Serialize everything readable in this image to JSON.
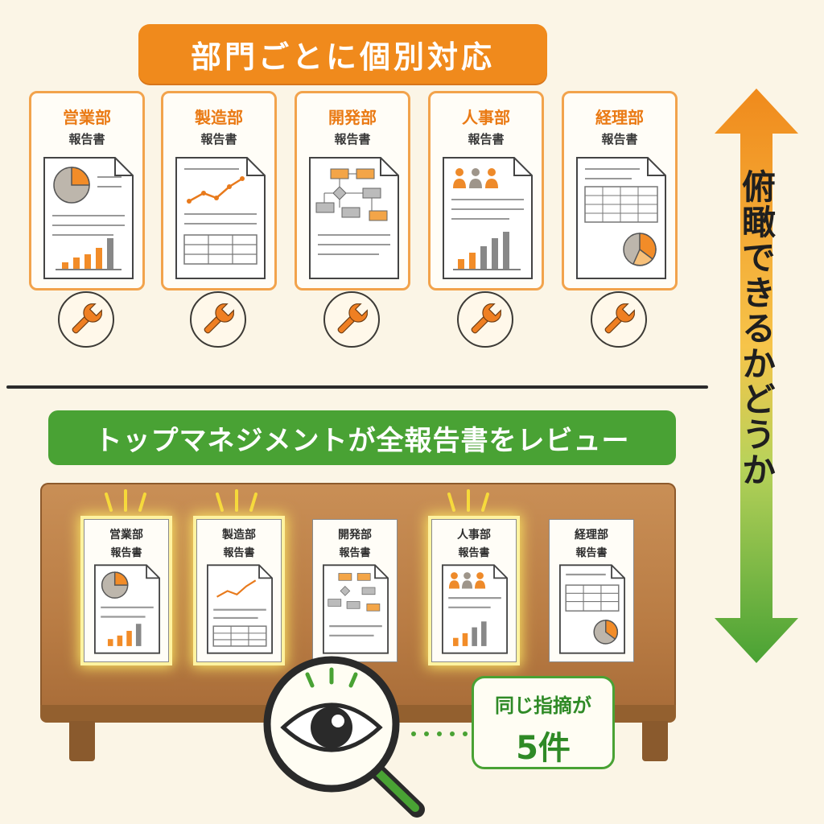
{
  "top_banner": "部門ごとに個別対応",
  "report_label": "報告書",
  "departments": [
    "営業部",
    "製造部",
    "開発部",
    "人事部",
    "経理部"
  ],
  "review_banner": "トップマネジメントが全報告書をレビュー",
  "side_text": "俯瞰できるかどうか",
  "bubble": {
    "line1": "同じ指摘が",
    "line2": "5件"
  },
  "colors": {
    "orange": "#f08a1c",
    "green": "#49a234",
    "wood": "#b97c44"
  },
  "icons": [
    "wrench-icon",
    "magnifier-eye-icon",
    "double-arrow-icon"
  ]
}
